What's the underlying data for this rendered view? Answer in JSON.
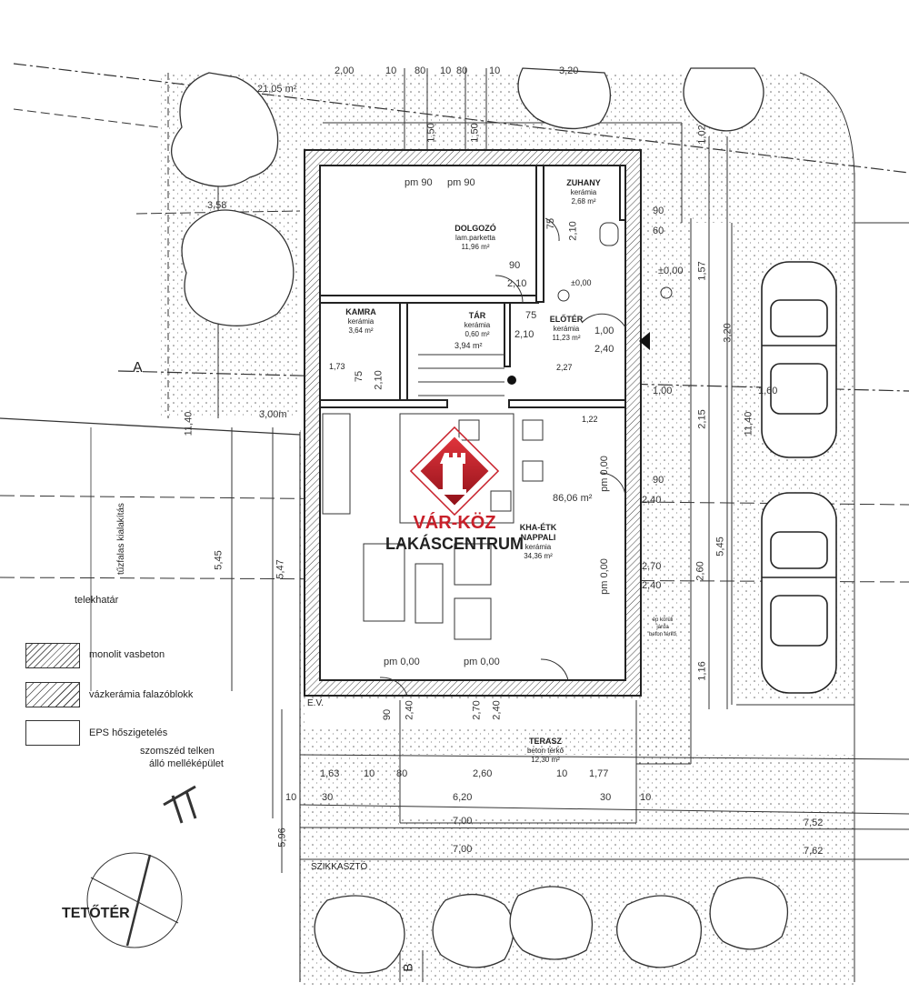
{
  "rooms": [
    {
      "name": "DOLGOZÓ",
      "material": "lam.parketta",
      "area": "11,96 m²"
    },
    {
      "name": "ZUHANY",
      "material": "kerámia",
      "area": "2,68 m²"
    },
    {
      "name": "KAMRA",
      "material": "kerámia",
      "area": "3,64 m²"
    },
    {
      "name": "TÁR",
      "material": "kerámia",
      "area": "0,60 m²"
    },
    {
      "name": "ELŐTÉR",
      "material": "kerámia",
      "area": "11,23 m²"
    },
    {
      "name": "KHA-ÉTK NAPPALI",
      "material": "kerámia",
      "area": "34,36 m²"
    },
    {
      "name": "TERASZ",
      "material": "beton térkő",
      "area": "12,30 m²"
    }
  ],
  "levels": {
    "pm90a": "pm 90",
    "pm90b": "pm 90",
    "zero_a": "±0,00",
    "zero_b": "±0,00",
    "pm000a": "pm 0,00",
    "pm000b": "pm 0,00",
    "pm000c": "pm 0,00",
    "pm000d": "pm 0,00"
  },
  "dims": {
    "top_200": "2,00",
    "top_10a": "10",
    "top_80a": "80",
    "top_10b": "10",
    "top_80b": "80",
    "top_10c": "10",
    "top_320": "3,20",
    "area_2105": "21,05 m²",
    "d358": "3,58",
    "d300": "3,00m",
    "d150a": "1,50",
    "d150b": "1,50",
    "d90a": "90",
    "d60": "60",
    "d90b": "90",
    "d210a": "2,10",
    "d75a": "75",
    "d210b": "2,10",
    "d75b": "75",
    "d210c": "2,10",
    "d100a": "1,00",
    "d240a": "2,40",
    "d227": "2,27",
    "d173": "1,73",
    "d75c": "75",
    "d210d": "2,10",
    "d394": "3,94 m²",
    "d122": "1,22",
    "d100b": "1,00",
    "d160": "1,60",
    "d8606": "86,06 m²",
    "d90c": "90",
    "d240b": "2,40",
    "d270a": "2,70",
    "d240c": "2,40",
    "d240d": "2,40",
    "d270b": "2,70",
    "d240e": "2,40",
    "d90d": "90",
    "d163": "1,63",
    "d10d": "10",
    "d80c": "80",
    "d260": "2,60",
    "d10e": "10",
    "d177": "1,77",
    "d10f": "10",
    "d30a": "30",
    "d620": "6,20",
    "d30b": "30",
    "d10g": "10",
    "d700a": "7,00",
    "d700b": "7,00",
    "d752": "7,52",
    "d762": "7,62",
    "d545a": "5,45",
    "d547": "5,47",
    "d596": "5,96",
    "d1140a": "11,40",
    "d1140b": "11,40",
    "d545b": "5,45",
    "d260b": "2,60",
    "d102": "1,02",
    "d157": "1,57",
    "d320b": "3,20",
    "d215": "2,15",
    "d116": "1,16",
    "sec_a": "A",
    "sec_b": "B",
    "ev": "E.V."
  },
  "texts": {
    "telekhatar": "telekhatár",
    "tuzfal": "tűzfalas kialakítás",
    "szomszed1": "szomszéd telken",
    "szomszed2": "álló melléképület",
    "szikkaszto": "SZIKKASZTÓ",
    "jarda1": "ép körüli",
    "jarda2": "járda",
    "jarda3": "beton térkő",
    "tetoter": "TETŐTÉR"
  },
  "legend": [
    {
      "label": "monolit vasbeton"
    },
    {
      "label": "vázkerámia falazóblokk"
    },
    {
      "label": "EPS hőszigetelés"
    }
  ],
  "logo": {
    "line1": "VÁR-KÖZ",
    "line2": "LAKÁSCENTRUM",
    "color": "#c8202a"
  }
}
